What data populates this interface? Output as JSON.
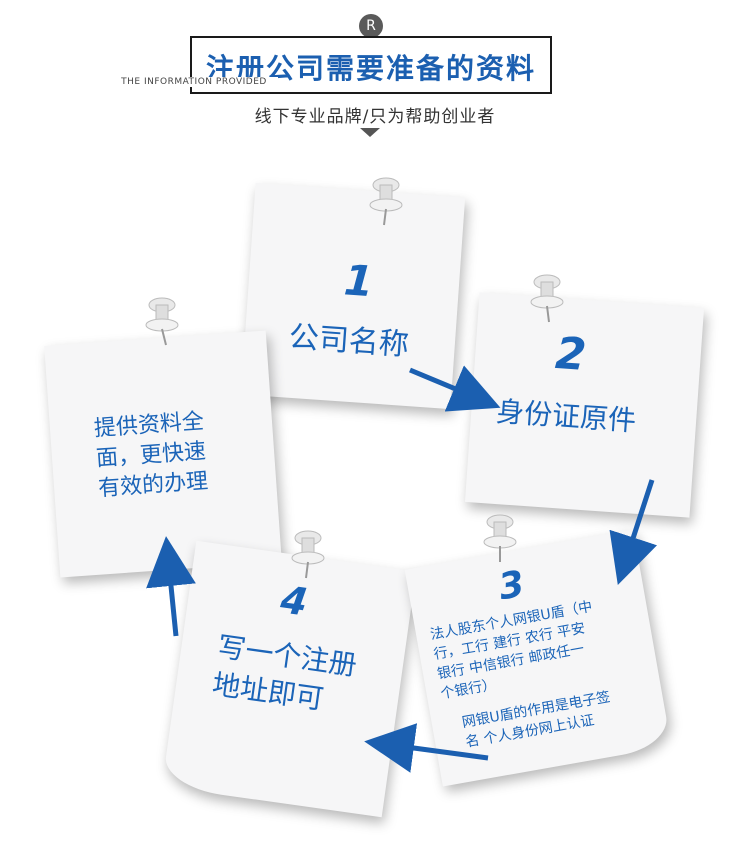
{
  "header": {
    "badge": "R",
    "title": "注册公司需要准备的资料",
    "subtitle": "THE INFORMATION PROVIDED",
    "tagline": "线下专业品牌/只为帮助创业者"
  },
  "notes": {
    "note1": {
      "number": "1",
      "text": "公司名称"
    },
    "note2": {
      "number": "2",
      "text": "身份证原件"
    },
    "note3": {
      "number": "3",
      "line1": "法人股东个人网银U盾（中",
      "line2": "行，工行 建行 农行 平安",
      "line3": "银行 中信银行 邮政任一",
      "line4": "个银行）",
      "line5": "网银U盾的作用是电子签",
      "line6": "名 个人身份网上认证"
    },
    "note4": {
      "number": "4",
      "line1": "写一个注册",
      "line2": "地址即可"
    },
    "note_left": {
      "line1": "提供资料全",
      "line2": "面，更快速",
      "line3": "有效的办理"
    }
  },
  "colors": {
    "accent": "#1b64b8",
    "note": "#f6f6f7",
    "border": "#1a1a1a"
  }
}
